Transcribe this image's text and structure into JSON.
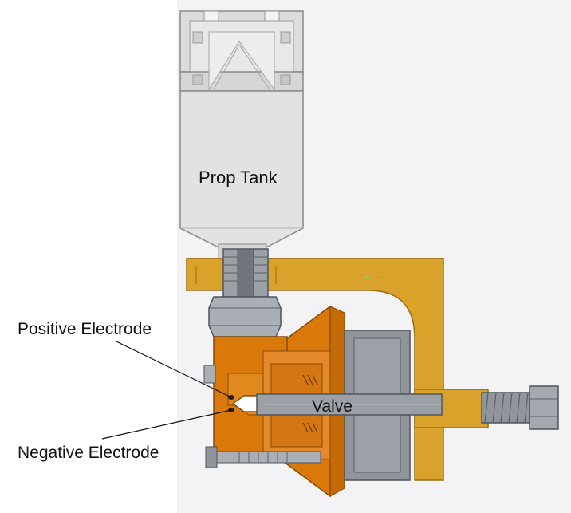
{
  "labels": {
    "prop_tank": "Prop Tank",
    "positive_electrode": "Positive Electrode",
    "valve": "Valve",
    "negative_electrode": "Negative Electrode"
  },
  "colors": {
    "background": "#ffffff",
    "backdrop": "#f3f3f5",
    "tank_body": "#e2e2e4",
    "tank_outline": "#8a8a8e",
    "brass": "#d9a22b",
    "brass_dark": "#9a6c10",
    "copper": "#d9790a",
    "copper_dark": "#8a4a05",
    "steel": "#8f959b",
    "steel_dark": "#4f555b",
    "label_text": "#111111"
  }
}
